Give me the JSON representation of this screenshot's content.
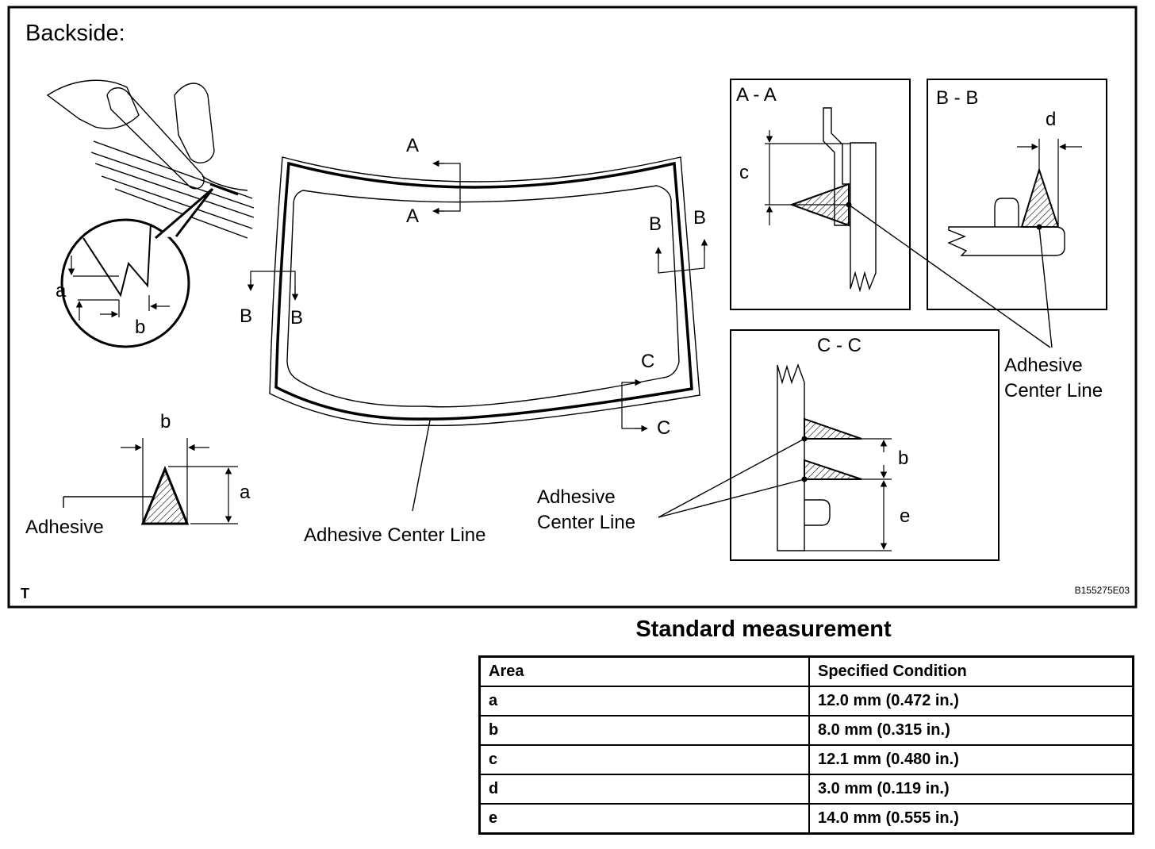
{
  "figure": {
    "title": "Backside:",
    "footer_left": "T",
    "figure_code": "B155275E03",
    "sections": {
      "aa": "A - A",
      "bb": "B - B",
      "cc": "C - C"
    },
    "dimension_letters": {
      "a": "a",
      "b": "b",
      "c": "c",
      "d": "d",
      "e": "e"
    },
    "cut_letters": {
      "A": "A",
      "B": "B",
      "C": "C"
    },
    "labels": {
      "adhesive": "Adhesive",
      "adhesive_center_line": "Adhesive Center Line",
      "adhesive_line1": "Adhesive",
      "center_line": "Center Line"
    }
  },
  "standard_measurement": {
    "title": "Standard measurement",
    "headers": [
      "Area",
      "Specified Condition"
    ],
    "rows": [
      {
        "area": "a",
        "condition": "12.0 mm (0.472 in.)"
      },
      {
        "area": "b",
        "condition": "8.0 mm (0.315 in.)"
      },
      {
        "area": "c",
        "condition": "12.1 mm (0.480 in.)"
      },
      {
        "area": "d",
        "condition": "3.0 mm (0.119 in.)"
      },
      {
        "area": "e",
        "condition": "14.0 mm (0.555 in.)"
      }
    ]
  }
}
